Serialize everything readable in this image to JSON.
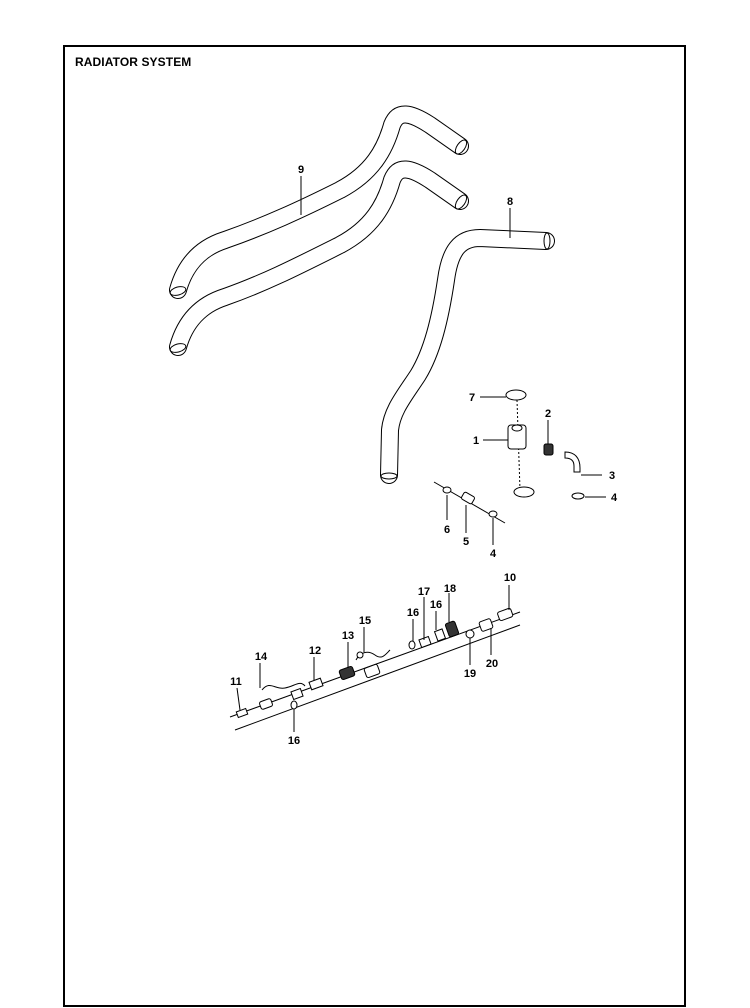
{
  "title": "RADIATOR SYSTEM",
  "callouts": {
    "c1": "1",
    "c2": "2",
    "c3": "3",
    "c4a": "4",
    "c4b": "4",
    "c5": "5",
    "c6": "6",
    "c7": "7",
    "c8": "8",
    "c9": "9",
    "c10": "10",
    "c11": "11",
    "c12": "12",
    "c13": "13",
    "c14": "14",
    "c15": "15",
    "c16a": "16",
    "c16b": "16",
    "c16c": "16",
    "c17": "17",
    "c18": "18",
    "c19": "19",
    "c20": "20"
  }
}
